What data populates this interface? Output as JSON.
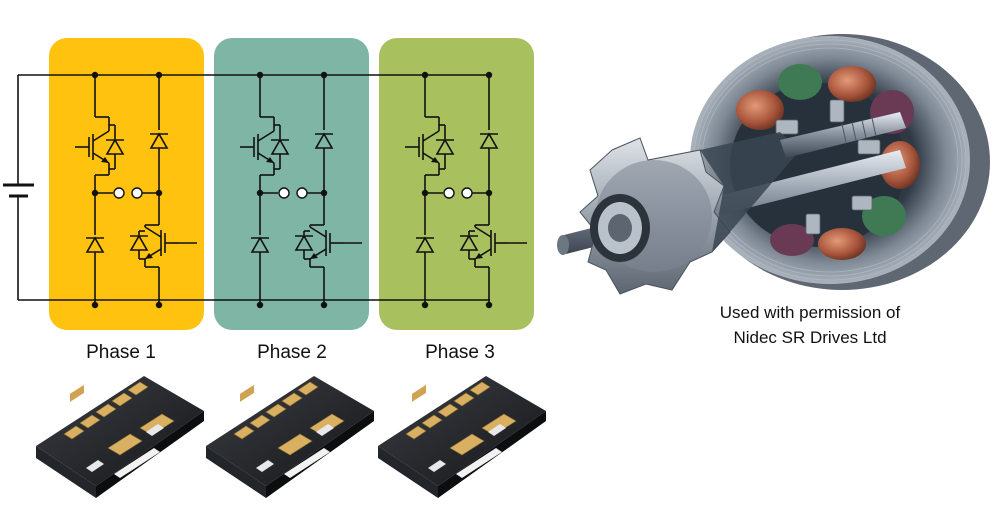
{
  "phases": [
    {
      "label": "Phase 1",
      "color": "#FFC20E"
    },
    {
      "label": "Phase 2",
      "color": "#7FB5A5"
    },
    {
      "label": "Phase 3",
      "color": "#A8C05E"
    }
  ],
  "credit": {
    "line1": "Used with permission of",
    "line2": "Nidec SR Drives Ltd"
  },
  "icons": [
    "battery-icon",
    "igbt-icon",
    "diode-icon",
    "igbt-module-icon",
    "srm-motor-icon"
  ]
}
